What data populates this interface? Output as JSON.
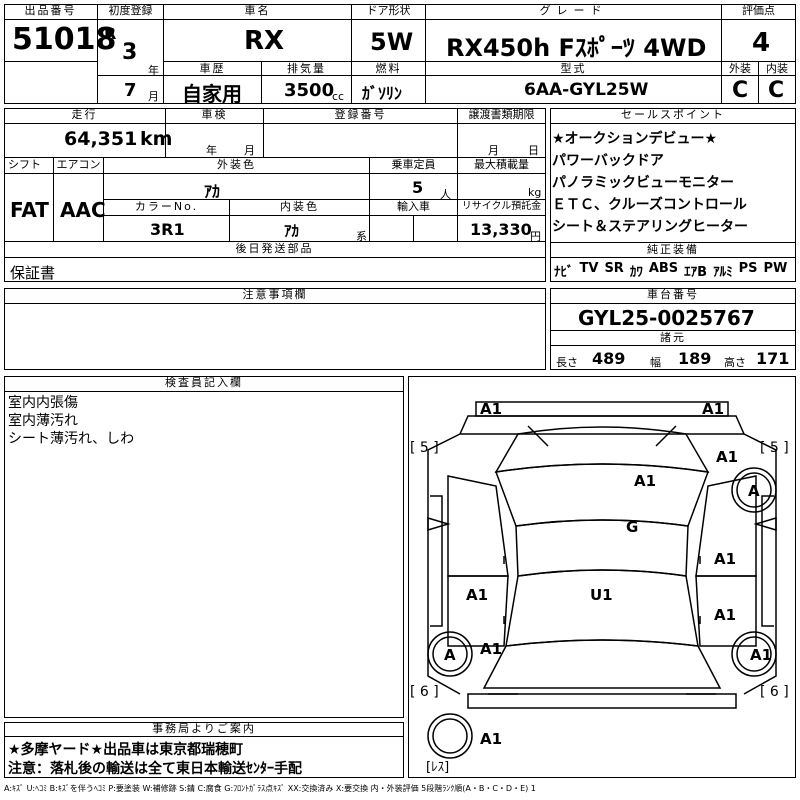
{
  "headers": {
    "lot_no": "出品番号",
    "first_reg": "初度登録",
    "car_name": "車名",
    "door": "ドア形状",
    "grade": "グレード",
    "score": "評価点",
    "history": "車歴",
    "displacement": "排気量",
    "fuel": "燃料",
    "model": "型式",
    "exterior": "外装",
    "interior": "内装",
    "mileage": "走行",
    "inspection": "車検",
    "reg_no": "登録番号",
    "transfer": "譲渡書類期限",
    "sales_point": "セールスポイント",
    "shift": "シフト",
    "aircon": "エアコン",
    "ext_color": "外装色",
    "capacity": "乗車定員",
    "max_load": "最大積載量",
    "color_no": "カラーNo.",
    "int_color": "内装色",
    "import": "輸入車",
    "recycle": "リサイクル預託金",
    "later_parts": "後日発送部品",
    "equipment": "純正装備",
    "notes": "注意事項欄",
    "chassis": "車台番号",
    "spec": "諸元",
    "inspector": "検査員記入欄",
    "office": "事務局よりご案内"
  },
  "values": {
    "lot_no": "51018",
    "era": "R",
    "year": "3",
    "year_unit": "年",
    "month": "7",
    "month_unit": "月",
    "car_name": "RX",
    "door": "5W",
    "grade": "RX450h Fｽﾎﾟｰﾂ 4WD",
    "score": "4",
    "history": "自家用",
    "displacement": "3500",
    "displacement_unit": "cc",
    "fuel": "ｶﾞｿﾘﾝ",
    "model": "6AA-GYL25W",
    "exterior": "C",
    "interior": "C",
    "mileage": "64,351",
    "mileage_unit": "km",
    "insp_year": "年",
    "insp_month": "月",
    "transfer_month": "月",
    "transfer_day": "日",
    "shift": "FAT",
    "aircon": "AAC",
    "ext_color": "ｱｶ",
    "capacity": "5",
    "capacity_unit": "人",
    "max_load_unit": "kg",
    "color_no": "3R1",
    "int_color": "ｱｶ",
    "int_color_unit": "系",
    "recycle": "13,330",
    "recycle_unit": "円",
    "later_parts": "保証書",
    "chassis": "GYL25-0025767",
    "length_label": "長さ",
    "length": "489",
    "width_label": "幅",
    "width": "189",
    "height_label": "高さ",
    "height": "171"
  },
  "sales_points": [
    "★オークションデビュー★",
    "パワーバックドア",
    "パノラミックビューモニター",
    "ＥＴＣ、クルーズコントロール",
    "シート＆ステアリングヒーター"
  ],
  "equipment_items": [
    "ﾅﾋﾞ",
    "TV",
    "SR",
    "ｶﾜ",
    "ABS",
    "ｴｱB",
    "ｱﾙﾐ",
    "PS",
    "PW"
  ],
  "inspector_notes": [
    "室内内張傷",
    "室内薄汚れ",
    "シート薄汚れ、しわ"
  ],
  "office_notes": [
    "★多摩ヤード★出品車は東京都瑞穂町",
    "注意：落札後の輸送は全て東日本輸送ｾﾝﾀｰ手配"
  ],
  "diagram": {
    "tire_fl": "5",
    "tire_fr": "5",
    "tire_rl": "6",
    "tire_rr": "6",
    "spare": "ﾚｽ",
    "marks": [
      "A1",
      "A1",
      "A1",
      "A",
      "A1",
      "G",
      "A1",
      "A1",
      "U1",
      "A1",
      "A1",
      "A",
      "A1",
      "A1"
    ]
  },
  "legend": "A:ｷｽﾞ U:ﾍｺﾐ B:ｷｽﾞを伴うﾍｺﾐ P:要塗装 W:補修跡 S:錆 C:腐食 G:ﾌﾛﾝﾄｶﾞﾗｽ点ｷｽﾞ XX:交換済み X:要交換 内・外装評価 5段階ﾗﾝｸ順(A・B・C・D・E) 1"
}
